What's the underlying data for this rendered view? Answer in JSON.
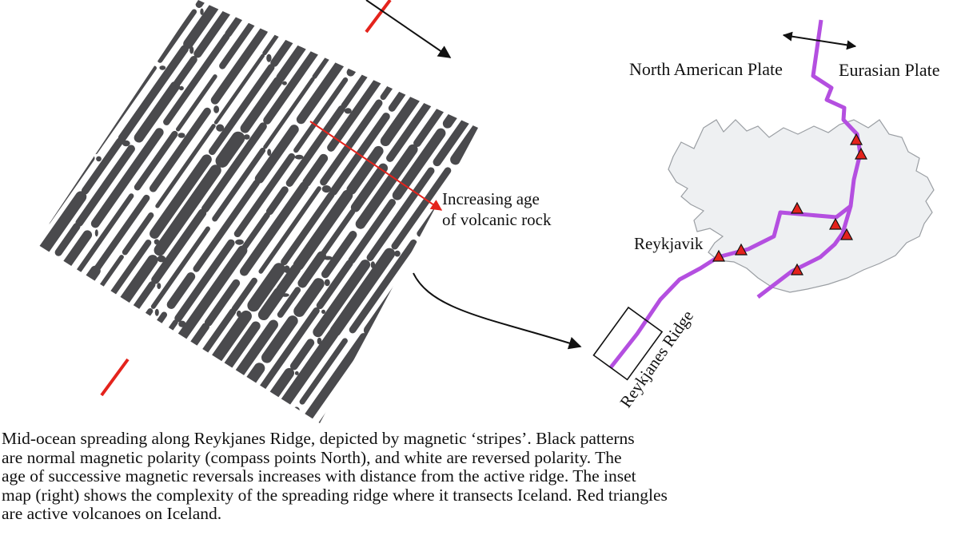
{
  "labels": {
    "north_american_plate": "North American Plate",
    "eurasian_plate": "Eurasian Plate",
    "increasing_age_line1": "Increasing age",
    "increasing_age_line2": "of volcanic rock",
    "reykjavik": "Reykjavik",
    "reykjanes_ridge": "Reykjanes Ridge"
  },
  "caption": [
    "Mid-ocean spreading along Reykjanes Ridge, depicted by magnetic ‘stripes’.  Black patterns",
    "are normal magnetic polarity (compass points North), and white are reversed polarity.  The",
    "age of successive magnetic reversals increases with distance from the active ridge.  The inset",
    "map (right) shows the complexity of the spreading ridge where it transects Iceland. Red triangles",
    "are active volcanoes on Iceland."
  ],
  "colors": {
    "stripes": "#4a4a4d",
    "ridge_axis": "#e4231c",
    "rift": "#b44fe0",
    "volcano_fill": "#e4231c",
    "iceland_land": "#eef0f2",
    "iceland_coast": "#9a9ea3"
  },
  "icons": [
    "north-arrow",
    "age-arrow",
    "curved-arrow",
    "double-arrow",
    "volcano-triangle"
  ]
}
